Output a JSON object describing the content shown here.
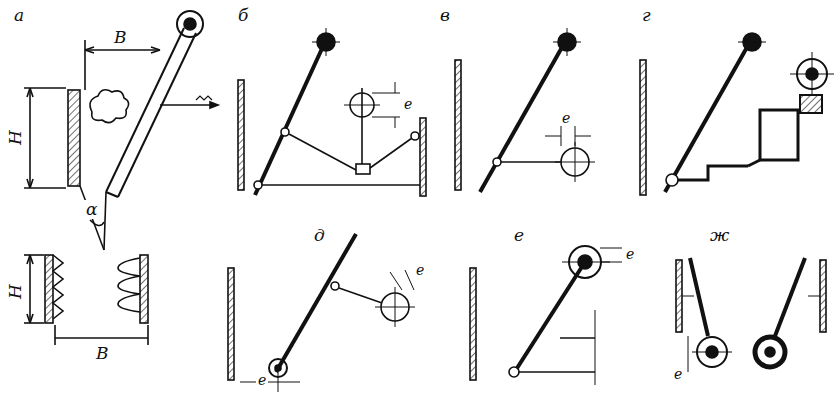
{
  "diagram": {
    "labels": [
      "а",
      "B",
      "H",
      "α",
      "H",
      "B",
      "б",
      "e",
      "в",
      "e",
      "г",
      "д",
      "e",
      "e",
      "е",
      "e",
      "ж",
      "e"
    ]
  }
}
